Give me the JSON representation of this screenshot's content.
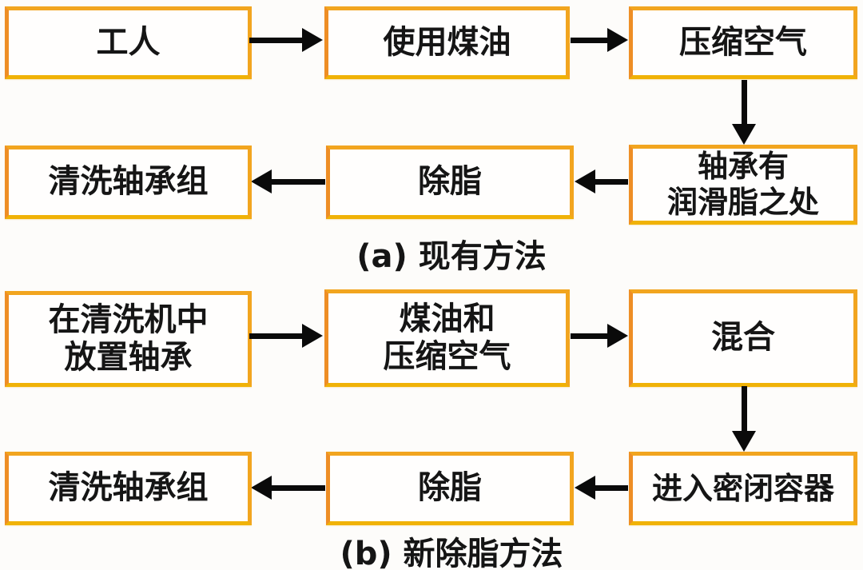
{
  "colors": {
    "box_border": "#F2A51F",
    "box_fill": "#FFFEFD",
    "arrow": "#0A0A0A",
    "text": "#151515",
    "background": "#FDFCFA"
  },
  "method_a": {
    "caption": "(a) 现有方法",
    "steps": {
      "worker": "工人",
      "use_kerosene": "使用煤油",
      "compressed_air": "压缩空气",
      "grease_spots": "轴承有\n润滑脂之处",
      "degrease": "除脂",
      "clean_bearings": "清洗轴承组"
    }
  },
  "method_b": {
    "caption": "(b) 新除脂方法",
    "steps": {
      "load_bearings": "在清洗机中\n放置轴承",
      "kerosene_and_air": "煤油和\n压缩空气",
      "mix": "混合",
      "sealed_container": "进入密闭容器",
      "degrease": "除脂",
      "clean_bearings": "清洗轴承组"
    }
  }
}
